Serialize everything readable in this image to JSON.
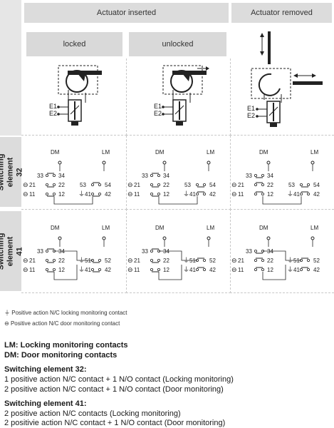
{
  "headers": {
    "inserted": "Actuator inserted",
    "removed": "Actuator removed",
    "locked": "locked",
    "unlocked": "unlocked"
  },
  "coil_labels": {
    "e1": "E1",
    "e2": "E2"
  },
  "rows": {
    "se32": "Switching element 32",
    "se41": "Switching element 41"
  },
  "contacts": {
    "dm": "DM",
    "lm": "LM",
    "n33": "33",
    "n34": "34",
    "n21": "21",
    "n22": "22",
    "n11": "11",
    "n12": "12",
    "n53": "53",
    "n54": "54",
    "n41": "41",
    "n42": "42",
    "n51": "51",
    "n52": "52"
  },
  "legend": {
    "locking": "Positive action N/C locking monitoring contact",
    "door": "Positive action N/C door monitoring contact"
  },
  "notes": {
    "lm": "LM: Locking monitoring contacts",
    "dm": "DM: Door monitoring contacts",
    "se32_title": "Switching element 32:",
    "se32_line1": "1 positive action N/C contact + 1 N/O contact (Locking monitoring)",
    "se32_line2": "2 positive action N/C contact + 1 N/O contact (Door monitoring)",
    "se41_title": "Switching element 41:",
    "se41_line1": "2 positive action N/C contacts (Locking monitoring)",
    "se41_line2": "2 positivie action N/C contact + 1 N/O contact (Door monitoring)"
  }
}
